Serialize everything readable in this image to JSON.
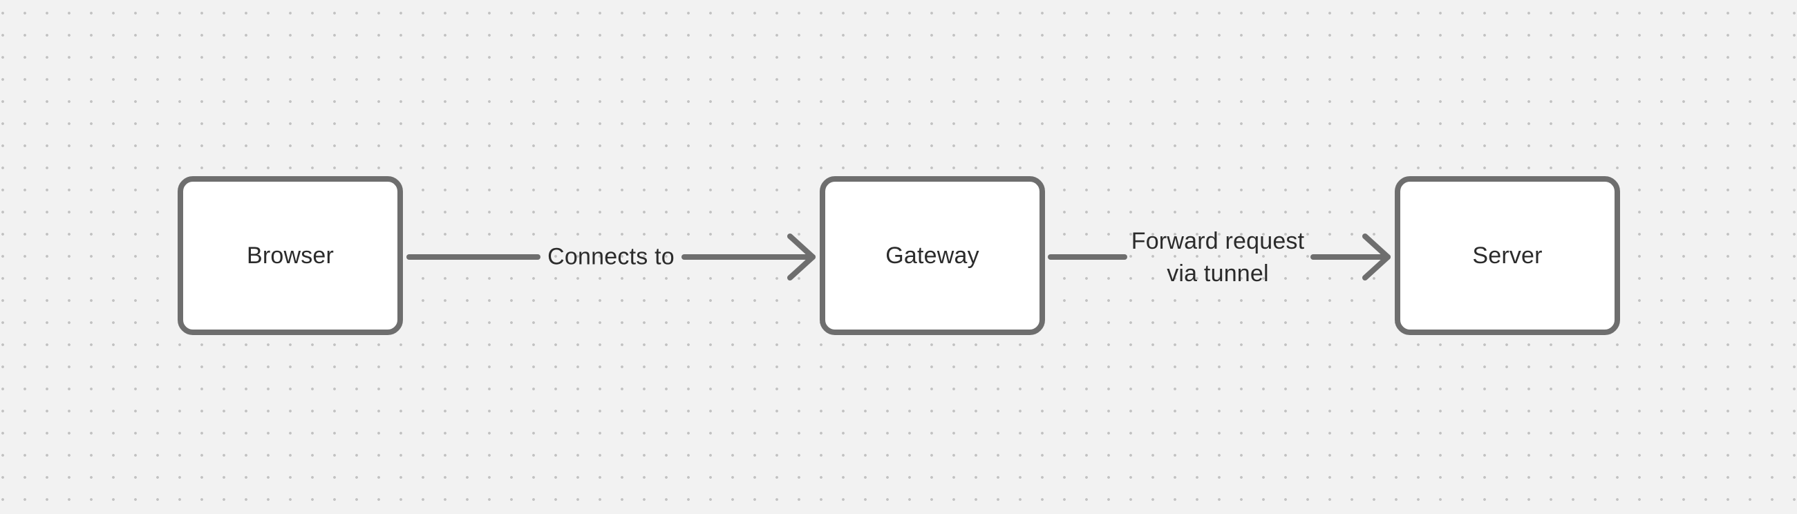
{
  "diagram": {
    "nodes": [
      {
        "id": "browser",
        "label": "Browser"
      },
      {
        "id": "gateway",
        "label": "Gateway"
      },
      {
        "id": "server",
        "label": "Server"
      }
    ],
    "edges": [
      {
        "from": "browser",
        "to": "gateway",
        "label": "Connects to"
      },
      {
        "from": "gateway",
        "to": "server",
        "label": "Forward request\nvia tunnel"
      }
    ]
  },
  "colors": {
    "canvas_background": "#f2f2f2",
    "grid_dot": "#c2c2c2",
    "shape_stroke": "#6e6e6e",
    "shape_fill": "#ffffff",
    "text": "#2b2b2b"
  }
}
